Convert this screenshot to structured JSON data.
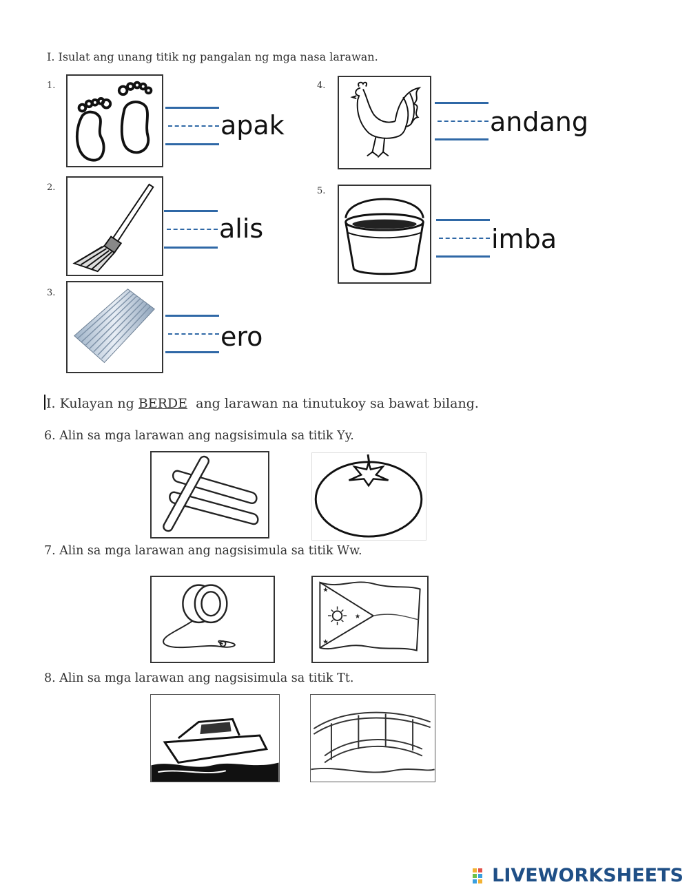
{
  "section1": {
    "title": "I. Isulat ang unang titik ng pangalan ng mga nasa larawan.",
    "items": [
      {
        "number": "1.",
        "word": "apak",
        "icon": "feet-icon"
      },
      {
        "number": "2.",
        "word": "alis",
        "icon": "broom-icon"
      },
      {
        "number": "3.",
        "word": "ero",
        "icon": "roof-sheet-icon"
      },
      {
        "number": "4.",
        "word": "andang",
        "icon": "rooster-icon"
      },
      {
        "number": "5.",
        "word": "imba",
        "icon": "bucket-icon"
      }
    ]
  },
  "section2": {
    "title_prefix": "I. Kulayan ng ",
    "title_emphasis": "BERDE",
    "title_suffix": "  ang larawan na tinutukoy sa bawat bilang.",
    "questions": [
      {
        "text": "6. Alin sa mga larawan ang nagsisimula sa titik Yy.",
        "options": [
          "chalk-icon",
          "tomato-icon"
        ]
      },
      {
        "text": "7. Alin sa mga larawan ang nagsisimula sa titik Ww.",
        "options": [
          "yoyo-icon",
          "flag-icon"
        ]
      },
      {
        "text": "8. Alin sa mga larawan ang nagsisimula sa titik Tt.",
        "options": [
          "boat-icon",
          "bridge-icon"
        ]
      }
    ]
  },
  "brand": {
    "name": "LIVEWORKSHEETS",
    "logo_icon": "liveworksheets-logo-icon"
  },
  "colors": {
    "answer_line": "#2f68a6",
    "brand": "#1f4f86"
  }
}
